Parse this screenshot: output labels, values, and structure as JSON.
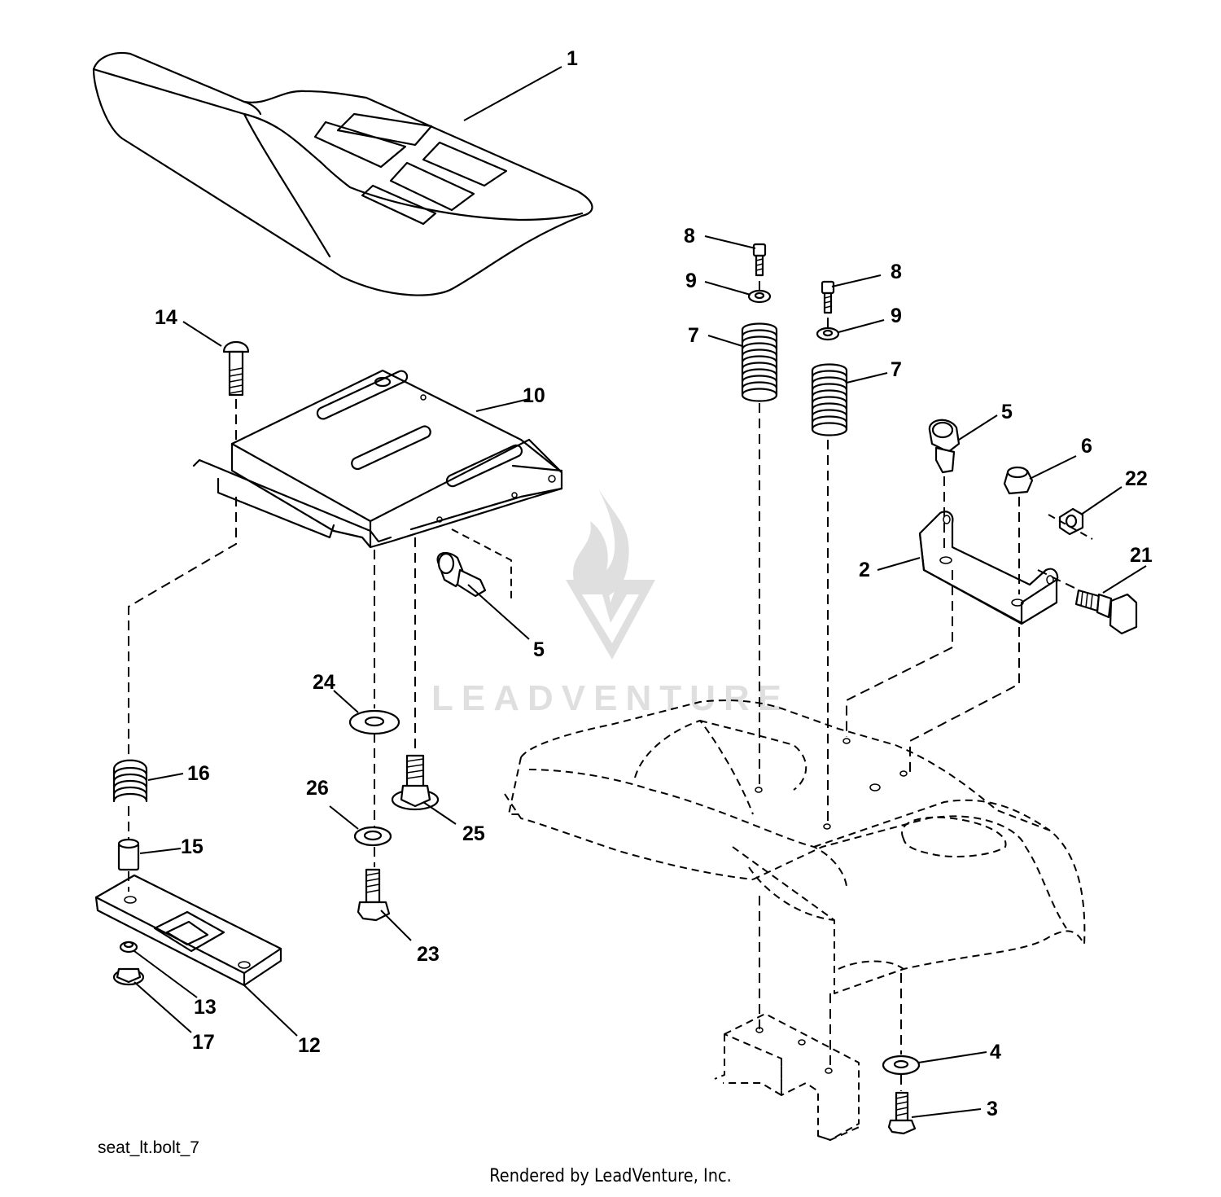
{
  "diagram": {
    "id_label": "seat_lt.bolt_7",
    "footer": "Rendered by LeadVenture, Inc.",
    "watermark": "LEADVENTURE",
    "callouts": [
      {
        "part": "seat",
        "number": "1"
      },
      {
        "part": "seat-pan",
        "number": "10"
      },
      {
        "part": "carriage-bolt",
        "number": "14"
      },
      {
        "part": "seat-switch-left",
        "number": "5"
      },
      {
        "part": "flat-washer-24",
        "number": "24"
      },
      {
        "part": "shoulder-bolt",
        "number": "25"
      },
      {
        "part": "lock-washer",
        "number": "26"
      },
      {
        "part": "hex-bolt-23",
        "number": "23"
      },
      {
        "part": "seat-spring",
        "number": "16"
      },
      {
        "part": "spacer",
        "number": "15"
      },
      {
        "part": "seat-slide-bracket",
        "number": "12"
      },
      {
        "part": "washer-13",
        "number": "13"
      },
      {
        "part": "flange-nut",
        "number": "17"
      },
      {
        "part": "screw-8-left",
        "number": "8"
      },
      {
        "part": "screw-8-right",
        "number": "8"
      },
      {
        "part": "washer-9-left",
        "number": "9"
      },
      {
        "part": "washer-9-right",
        "number": "9"
      },
      {
        "part": "spring-7-left",
        "number": "7"
      },
      {
        "part": "spring-7-right",
        "number": "7"
      },
      {
        "part": "seat-switch-right",
        "number": "5"
      },
      {
        "part": "lock-nut",
        "number": "6"
      },
      {
        "part": "nut-22",
        "number": "22"
      },
      {
        "part": "pivot-bracket",
        "number": "2"
      },
      {
        "part": "shoulder-bolt-21",
        "number": "21"
      },
      {
        "part": "washer-4",
        "number": "4"
      },
      {
        "part": "bolt-3",
        "number": "3"
      }
    ]
  }
}
